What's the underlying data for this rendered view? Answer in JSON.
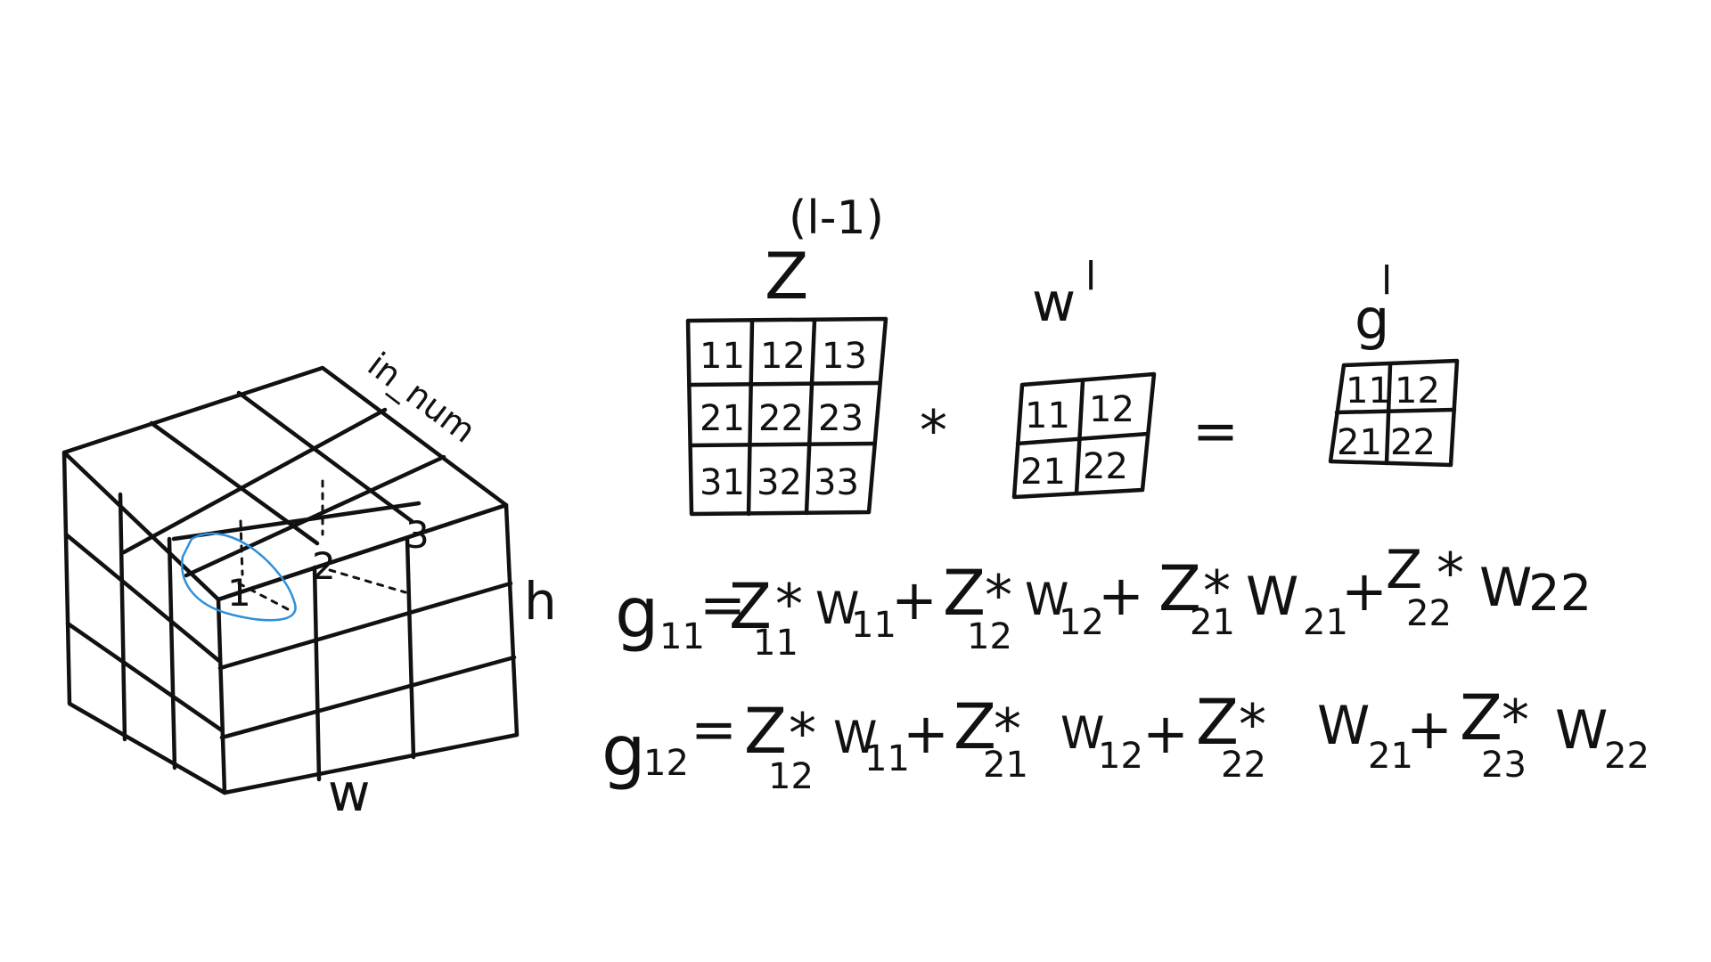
{
  "colors": {
    "ink": "#111111",
    "highlight": "#2f8fd8",
    "background": "#ffffff"
  },
  "cube": {
    "labels": {
      "corner1": "1",
      "corner2": "2",
      "corner3": "3",
      "height": "h",
      "width": "w",
      "depth": "in_num"
    }
  },
  "z_matrix": {
    "symbol": "Z",
    "superscript": "(l-1)",
    "cells": [
      "11",
      "12",
      "13",
      "21",
      "22",
      "23",
      "31",
      "32",
      "33"
    ]
  },
  "operator_conv": "*",
  "w_matrix": {
    "symbol": "w",
    "superscript": "l",
    "cells": [
      "11",
      "12",
      "21",
      "22"
    ]
  },
  "operator_equals": "=",
  "g_matrix": {
    "symbol": "g",
    "superscript": "l",
    "cells": [
      "11",
      "12",
      "21",
      "22"
    ]
  },
  "equation1": {
    "lhs": "g",
    "lhs_sub": "11",
    "eq": "=",
    "terms": [
      {
        "z": "Z",
        "z_sub": "11",
        "op": "*",
        "w": "W",
        "w_sub": "11",
        "plus": "+"
      },
      {
        "z": "Z",
        "z_sub": "12",
        "op": "*",
        "w": "W",
        "w_sub": "12",
        "plus": "+"
      },
      {
        "z": "Z",
        "z_sub": "21",
        "op": "*",
        "w": "W",
        "w_sub": "21",
        "plus": "+"
      },
      {
        "z": "Z",
        "z_sub": "22",
        "op": "*",
        "w": "W",
        "w_sub": "22",
        "plus": ""
      }
    ]
  },
  "equation2": {
    "lhs": "g",
    "lhs_sub": "12",
    "eq": "=",
    "terms": [
      {
        "z": "Z",
        "z_sub": "12",
        "op": "*",
        "w": "W",
        "w_sub": "11",
        "plus": "+"
      },
      {
        "z": "Z",
        "z_sub": "21",
        "op": "*",
        "w": "W",
        "w_sub": "12",
        "plus": "+"
      },
      {
        "z": "Z",
        "z_sub": "22",
        "op": "*",
        "w": "W",
        "w_sub": "21",
        "plus": "+"
      },
      {
        "z": "Z",
        "z_sub": "23",
        "op": "*",
        "w": "W",
        "w_sub": "22",
        "plus": ""
      }
    ]
  }
}
